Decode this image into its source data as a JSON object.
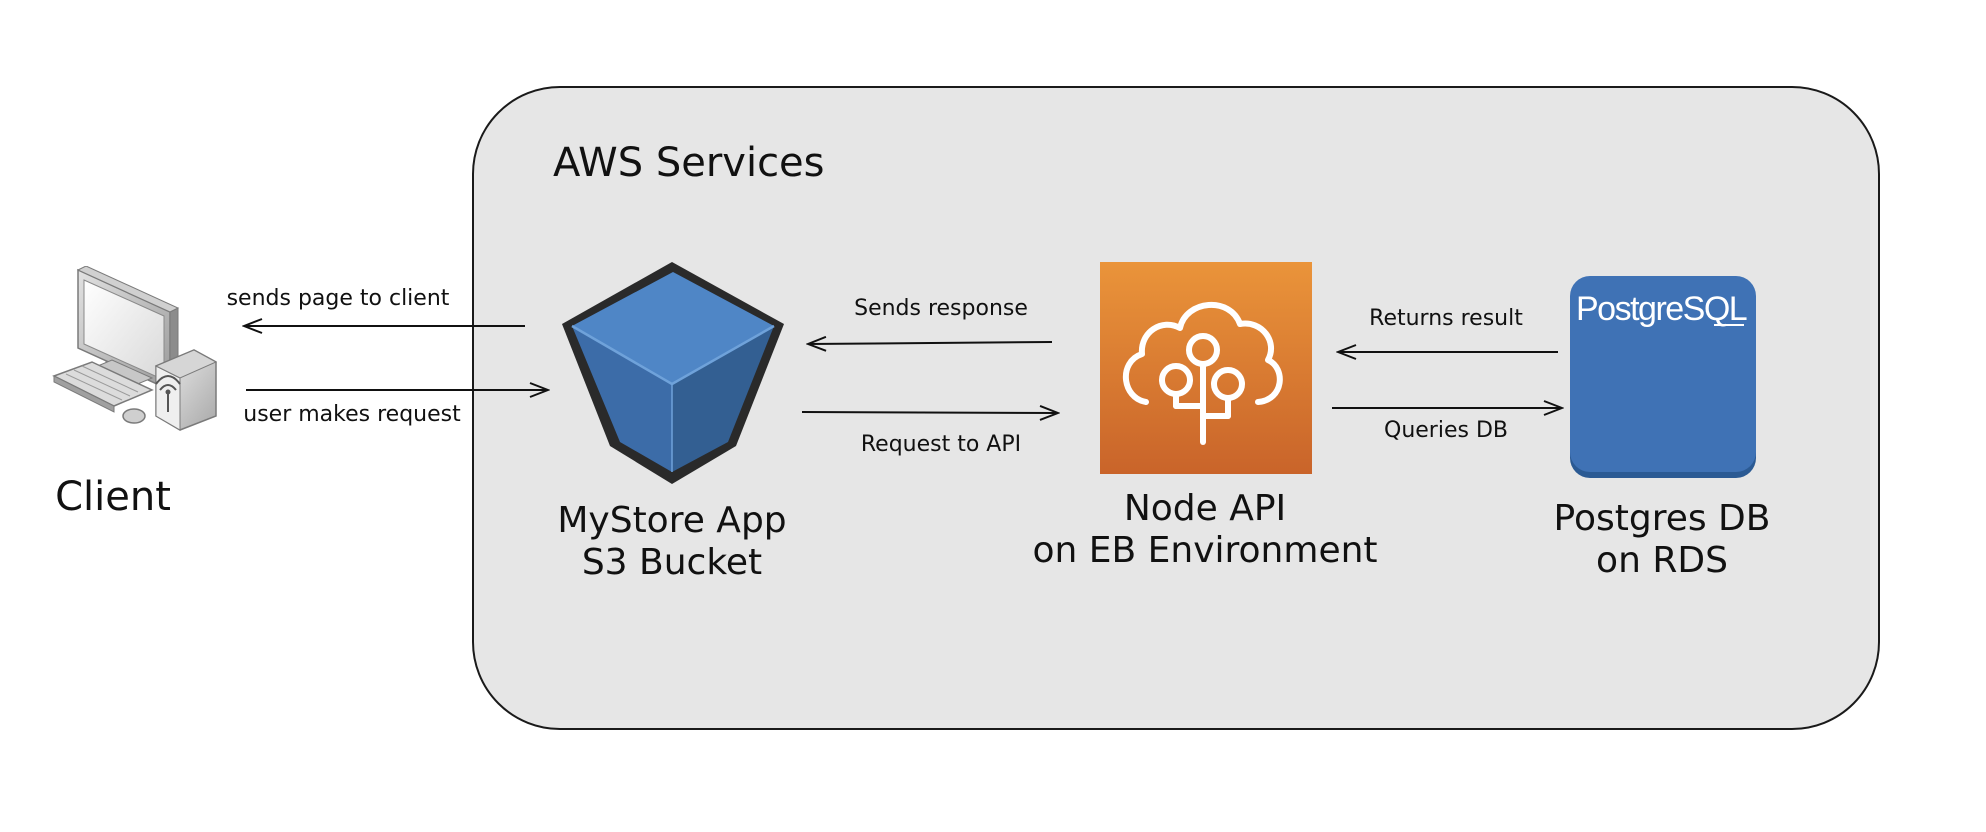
{
  "group": {
    "title": "AWS Services"
  },
  "nodes": {
    "client": {
      "label": "Client",
      "icon": "desktop-computer-icon"
    },
    "s3": {
      "line1": "MyStore App",
      "line2": "S3 Bucket",
      "icon": "s3-bucket-icon",
      "color": "#4a7fbf"
    },
    "api": {
      "line1": "Node API",
      "line2": "on EB Environment",
      "icon": "elastic-beanstalk-icon",
      "color": "#e07b2a"
    },
    "db": {
      "line1": "Postgres DB",
      "line2": "on RDS",
      "icon": "postgresql-icon",
      "logo_text": "PostgreSQL",
      "color": "#3f72b5"
    }
  },
  "edges": {
    "s3_to_client": "sends page to client",
    "client_to_s3": "user makes request",
    "api_to_s3": "Sends response",
    "s3_to_api": "Request to API",
    "db_to_api": "Returns result",
    "api_to_db": "Queries DB"
  }
}
